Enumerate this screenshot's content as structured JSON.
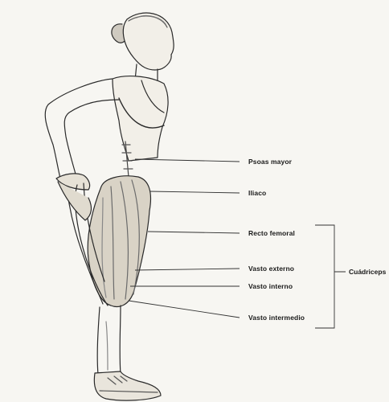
{
  "labels": {
    "psoas": "Psoas mayor",
    "iliaco": "Iliaco",
    "recto": "Recto femoral",
    "vasto_externo": "Vasto externo",
    "vasto_interno": "Vasto interno",
    "vasto_intermedio": "Vasto intermedio"
  },
  "group_label": "Cuádriceps"
}
